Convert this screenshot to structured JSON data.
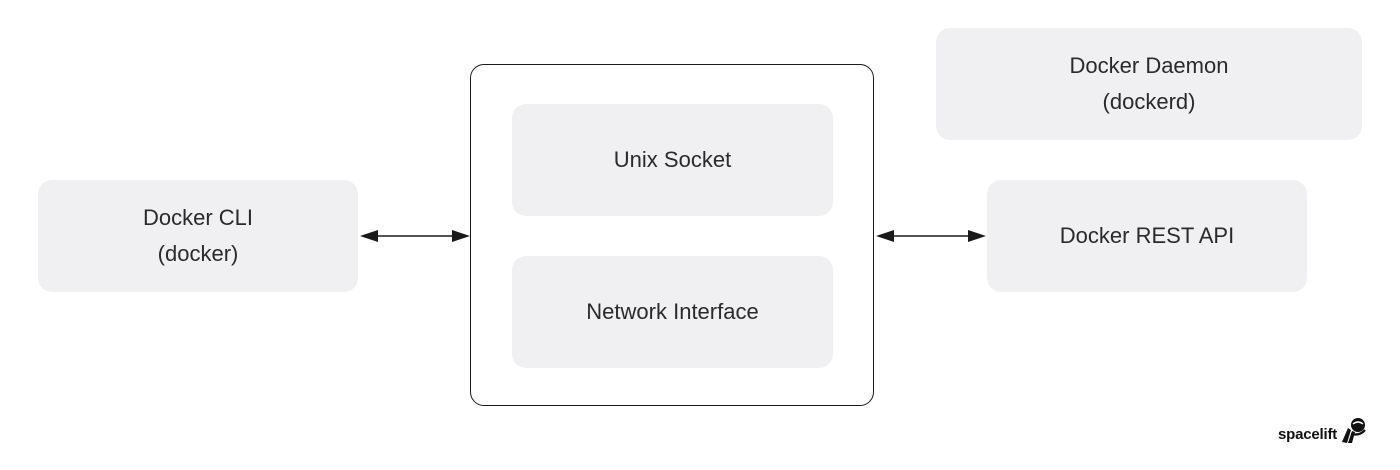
{
  "nodes": {
    "cli": {
      "line1": "Docker CLI",
      "line2": "(docker)"
    },
    "unix_socket": {
      "label": "Unix Socket"
    },
    "network_interface": {
      "label": "Network Interface"
    },
    "daemon": {
      "line1": "Docker Daemon",
      "line2": "(dockerd)"
    },
    "rest_api": {
      "label": "Docker REST API"
    }
  },
  "edges": [
    {
      "from": "cli",
      "to": "container",
      "direction": "bidirectional"
    },
    {
      "from": "container",
      "to": "rest_api",
      "direction": "bidirectional"
    }
  ],
  "logo": {
    "text": "spacelift"
  },
  "colors": {
    "box_fill": "#f0f0f2",
    "border": "#1a1a1a",
    "text": "#2a2a2a"
  }
}
